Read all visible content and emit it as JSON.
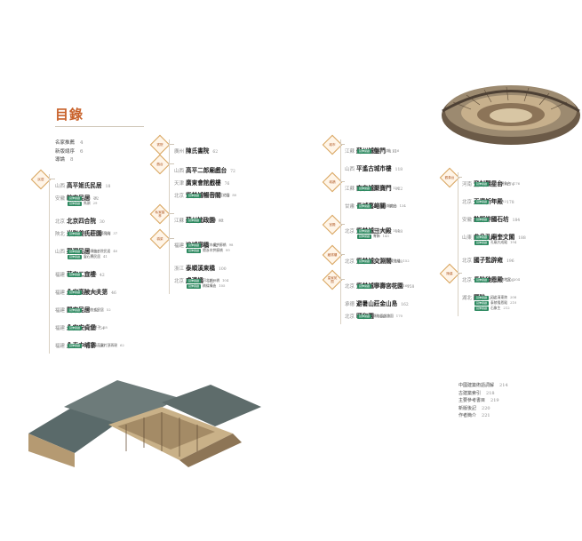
{
  "title": "目錄",
  "front_matter": [
    {
      "label": "名家推薦",
      "page": "4"
    },
    {
      "label": "新版總序",
      "page": "6"
    },
    {
      "label": "導論",
      "page": "8"
    }
  ],
  "columns": [
    {
      "sections": [
        {
          "badge": "民居",
          "entries": [
            {
              "prov": "山西",
              "name": "高平姬氏民居",
              "page": "18",
              "subs": []
            },
            {
              "prov": "安徽",
              "name": "皖南民居",
              "page": "22",
              "subs": [
                {
                  "label": "山牆",
                  "page": "28"
                },
                {
                  "label": "馬頭",
                  "page": "29"
                }
              ]
            },
            {
              "prov": "北京",
              "name": "北京四合院",
              "page": "30",
              "subs": []
            },
            {
              "prov": "陝北",
              "name": "米脂姜氏莊園",
              "page": "34",
              "subs": [
                {
                  "label": "陝北窯洞建築實例",
                  "page": "37"
                }
              ]
            },
            {
              "prov": "山西",
              "name": "渠洞民居",
              "page": "38",
              "subs": [
                {
                  "label": "山西傳統合院民居",
                  "page": "40"
                },
                {
                  "label": "靈石縣民居",
                  "page": "41"
                }
              ]
            },
            {
              "prov": "福建",
              "name": "華安二宜樓",
              "page": "42",
              "subs": [
                {
                  "label": "土樓",
                  "page": "45"
                }
              ]
            },
            {
              "prov": "福建",
              "name": "永定高陂大夫第",
              "page": "46",
              "subs": [
                {
                  "label": "永定福裕樓",
                  "page": "48"
                }
              ]
            },
            {
              "prov": "福建",
              "name": "閩東民居",
              "page": "50",
              "subs": [
                {
                  "label": "中國各式民居",
                  "page": "52"
                }
              ]
            },
            {
              "prov": "福建",
              "name": "永安安貞堡",
              "page": "54",
              "subs": [
                {
                  "label": "福州土堡子",
                  "page": "58"
                }
              ]
            },
            {
              "prov": "福建",
              "name": "永泰中埔寨",
              "page": "60",
              "subs": [
                {
                  "label": "福建永泰莊寨竹頂再現",
                  "page": "62"
                }
              ]
            }
          ]
        }
      ]
    },
    {
      "sections": [
        {
          "badge": "書院",
          "entries": [
            {
              "prov": "廣州",
              "name": "陳氏書院",
              "page": "62",
              "subs": []
            }
          ]
        },
        {
          "badge": "戲台",
          "entries": [
            {
              "prov": "山西",
              "name": "高平二郎廟戲台",
              "page": "72",
              "subs": []
            },
            {
              "prov": "天津",
              "name": "廣東會館戲樓",
              "page": "76",
              "subs": []
            },
            {
              "prov": "北京",
              "name": "紫禁城暢音閣",
              "page": "78",
              "subs": [
                {
                  "label": "紫禁城建福宮花園",
                  "page": "80"
                }
              ]
            }
          ]
        },
        {
          "badge": "私家園林",
          "entries": [
            {
              "prov": "江蘇",
              "name": "蘇州拙政園",
              "page": "82",
              "subs": [
                {
                  "label": "中國園林",
                  "page": "89"
                }
              ]
            }
          ]
        },
        {
          "badge": "橋梁",
          "entries": [
            {
              "prov": "福建",
              "name": "遍城廊橋",
              "page": "92",
              "subs": [
                {
                  "label": "福建木構拱廊橋",
                  "page": "98"
                },
                {
                  "label": "閩浙木拱廊橋",
                  "page": "99"
                }
              ]
            },
            {
              "prov": "浙江",
              "name": "泰順溪東橋",
              "page": "100",
              "subs": []
            },
            {
              "prov": "北京",
              "name": "盧溝橋",
              "page": "102",
              "subs": [
                {
                  "label": "河北趙州橋",
                  "page": "104"
                },
                {
                  "label": "橋樑構造",
                  "page": "105"
                }
              ]
            }
          ]
        }
      ]
    },
    {
      "sections": [
        {
          "badge": "城市",
          "entries": [
            {
              "prov": "江蘇",
              "name": "蘇州城盤門",
              "page": "112",
              "subs": [
                {
                  "label": "蘇州城古城",
                  "page": "116"
                }
              ]
            },
            {
              "prov": "山西",
              "name": "平遙古城市樓",
              "page": "118",
              "subs": []
            }
          ]
        },
        {
          "badge": "城牆",
          "entries": [
            {
              "prov": "江蘇",
              "name": "南京城聚寶門",
              "page": "122",
              "subs": [
                {
                  "label": "城牆與城門",
                  "page": "126"
                }
              ]
            },
            {
              "prov": "甘肅",
              "name": "長城嘉峪關",
              "page": "130",
              "subs": [
                {
                  "label": "八達嶺長城敵台",
                  "page": "134"
                }
              ]
            }
          ]
        },
        {
          "badge": "宮殿",
          "entries": [
            {
              "prov": "北京",
              "name": "紫禁城三大殿",
              "page": "138",
              "subs": [
                {
                  "label": "台基與陛石",
                  "page": "144"
                },
                {
                  "label": "脊飾",
                  "page": "145"
                }
              ]
            }
          ]
        },
        {
          "badge": "藏書樓",
          "entries": [
            {
              "prov": "北京",
              "name": "紫禁城文淵閣",
              "page": "148",
              "subs": [
                {
                  "label": "寧波天一閣藏書樓",
                  "page": "152"
                }
              ]
            }
          ]
        },
        {
          "badge": "皇家苑囿",
          "entries": [
            {
              "prov": "北京",
              "name": "紫禁城寧壽宮花園",
              "page": "158",
              "subs": [
                {
                  "label": "北京潭柘寺猗玕亭",
                  "page": "160"
                }
              ]
            },
            {
              "prov": "承德",
              "name": "避暑山莊金山島",
              "page": "162",
              "subs": []
            },
            {
              "prov": "北京",
              "name": "頤和園",
              "page": "166",
              "subs": [
                {
                  "label": "頤和園諧趣園",
                  "page": "170"
                }
              ]
            }
          ]
        }
      ]
    },
    {
      "sections": [
        {
          "badge": "觀象台",
          "entries": [
            {
              "prov": "河南",
              "name": "登封觀星台",
              "page": "174",
              "subs": [
                {
                  "label": "北京古觀象台",
                  "page": "176"
                }
              ]
            },
            {
              "prov": "北京",
              "name": "天壇祈年殿",
              "page": "178",
              "subs": [
                {
                  "label": "藻井",
                  "page": "182"
                }
              ]
            },
            {
              "prov": "安徽",
              "name": "歙縣許國石坊",
              "page": "184",
              "subs": [
                {
                  "label": "牌坊",
                  "page": "186"
                }
              ]
            },
            {
              "prov": "山東",
              "name": "曲阜孔廟奎文閣",
              "page": "188",
              "subs": [
                {
                  "label": "碑亭",
                  "page": "192"
                },
                {
                  "label": "孔廟大成殿",
                  "page": "194"
                }
              ]
            },
            {
              "prov": "北京",
              "name": "國子監辟雍",
              "page": "196",
              "subs": []
            }
          ]
        },
        {
          "badge": "陵墓",
          "entries": [
            {
              "prov": "北京",
              "name": "長陵稜恩殿",
              "page": "200",
              "subs": [
                {
                  "label": "北京定陵地宮",
                  "page": "204"
                }
              ]
            },
            {
              "prov": "湖北",
              "name": "顯陵",
              "page": "206",
              "subs": [
                {
                  "label": "河北清東陵",
                  "page": "208"
                },
                {
                  "label": "泰陵隆恩殿",
                  "page": "210"
                },
                {
                  "label": "石象生",
                  "page": "212"
                }
              ]
            }
          ]
        }
      ]
    }
  ],
  "back_matter": [
    {
      "label": "中國建築術語詞解",
      "page": "214"
    },
    {
      "label": "古建築索引",
      "page": "218"
    },
    {
      "label": "主要參考書目",
      "page": "219"
    },
    {
      "label": "新版後記",
      "page": "220"
    },
    {
      "label": "作者簡介",
      "page": "221"
    }
  ],
  "sub_tag": "延伸閱讀"
}
